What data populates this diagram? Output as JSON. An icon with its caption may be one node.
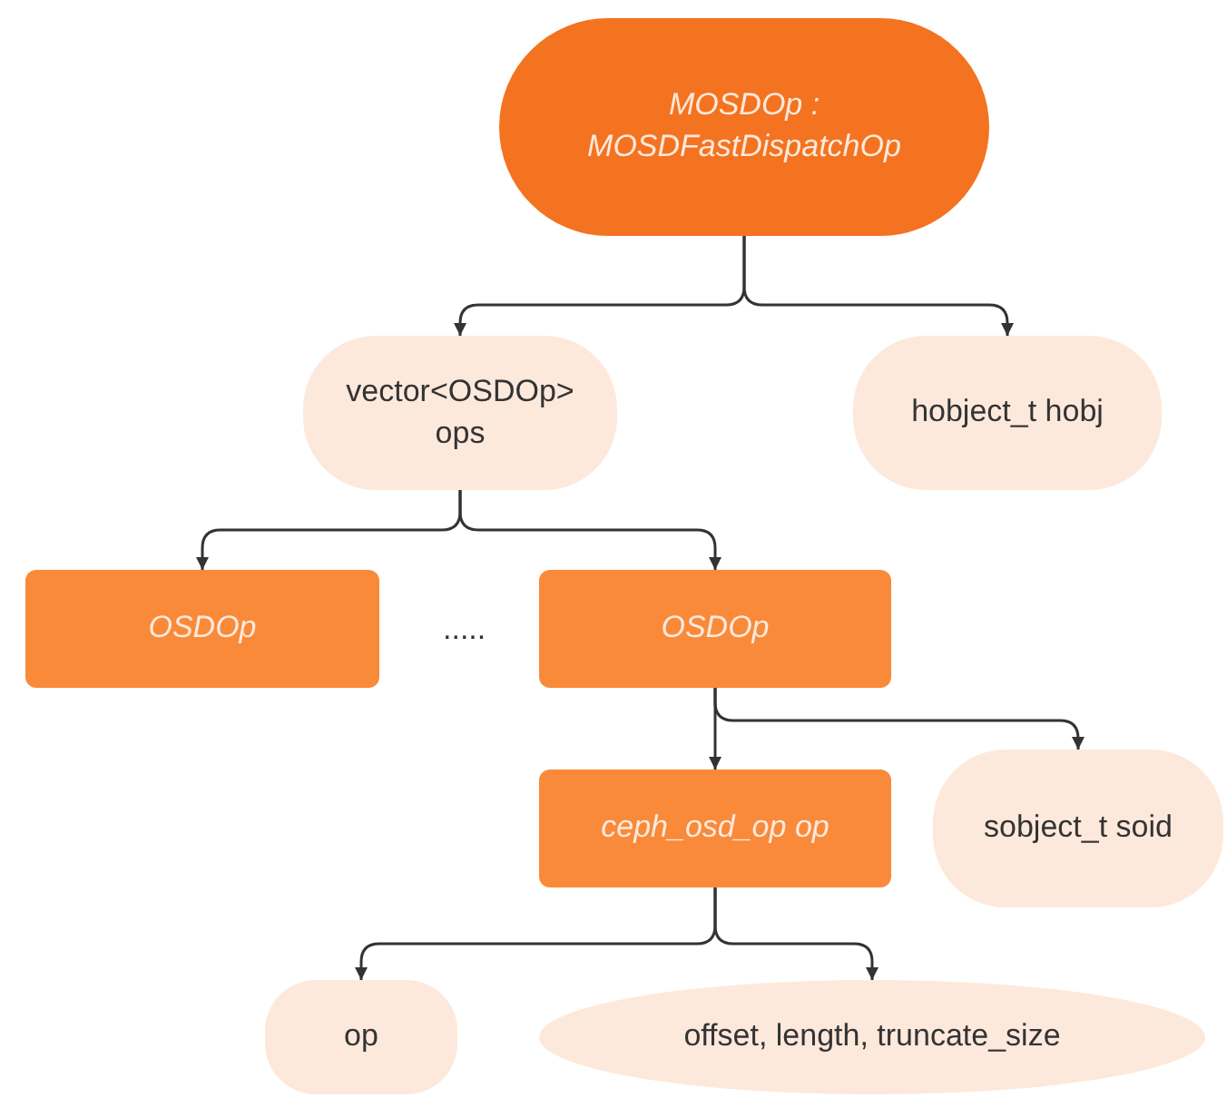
{
  "diagram": {
    "nodes": [
      {
        "text": [
          "MOSDOp : MOSDFastDispatchOp"
        ]
      },
      {
        "text": [
          "vector<OSDOp> ops"
        ]
      },
      {
        "text": [
          "hobject_t hobj"
        ]
      },
      {
        "text": [
          "OSDOp"
        ]
      },
      {
        "text": [
          "OSDOp"
        ]
      },
      {
        "text": [
          "ceph_osd_op op"
        ]
      },
      {
        "text": [
          "sobject_t soid"
        ]
      },
      {
        "text": [
          "op"
        ]
      },
      {
        "text": [
          "offset, length, truncate_size"
        ]
      }
    ],
    "edges": [
      {
        "from": 0,
        "to": 1,
        "arrow": "to"
      },
      {
        "from": 0,
        "to": 2,
        "arrow": "to"
      },
      {
        "from": 1,
        "to": 3,
        "arrow": "to"
      },
      {
        "from": 1,
        "to": 4,
        "arrow": "to"
      },
      {
        "from": 4,
        "to": 5,
        "arrow": "to"
      },
      {
        "from": 4,
        "to": 6,
        "arrow": "to"
      },
      {
        "from": 5,
        "to": 7,
        "arrow": "to"
      },
      {
        "from": 5,
        "to": 8,
        "arrow": "to"
      }
    ],
    "labels": [
      "....."
    ]
  }
}
